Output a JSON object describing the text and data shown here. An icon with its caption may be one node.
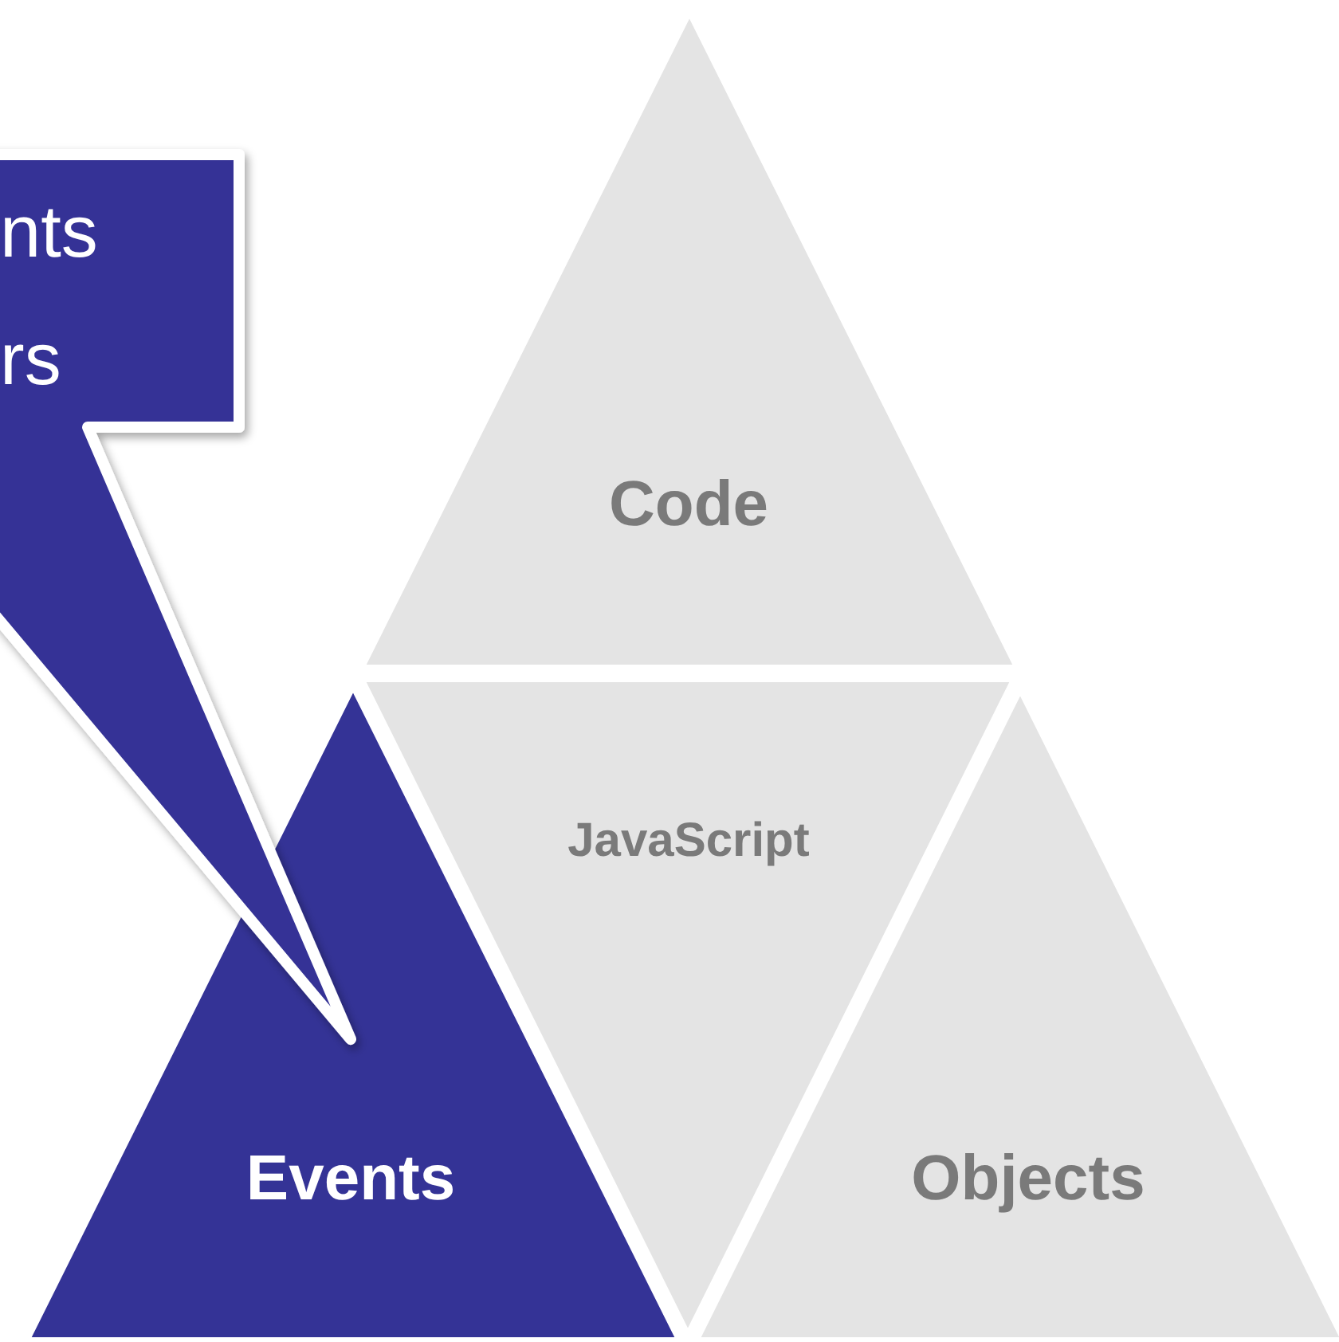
{
  "diagram": {
    "nodes": [
      {
        "text": [
          "nts rs"
        ]
      },
      {
        "text": [
          "Code"
        ]
      },
      {
        "text": [
          "JavaScript"
        ]
      },
      {
        "text": [
          "Events"
        ]
      },
      {
        "text": [
          "Objects"
        ]
      }
    ]
  }
}
